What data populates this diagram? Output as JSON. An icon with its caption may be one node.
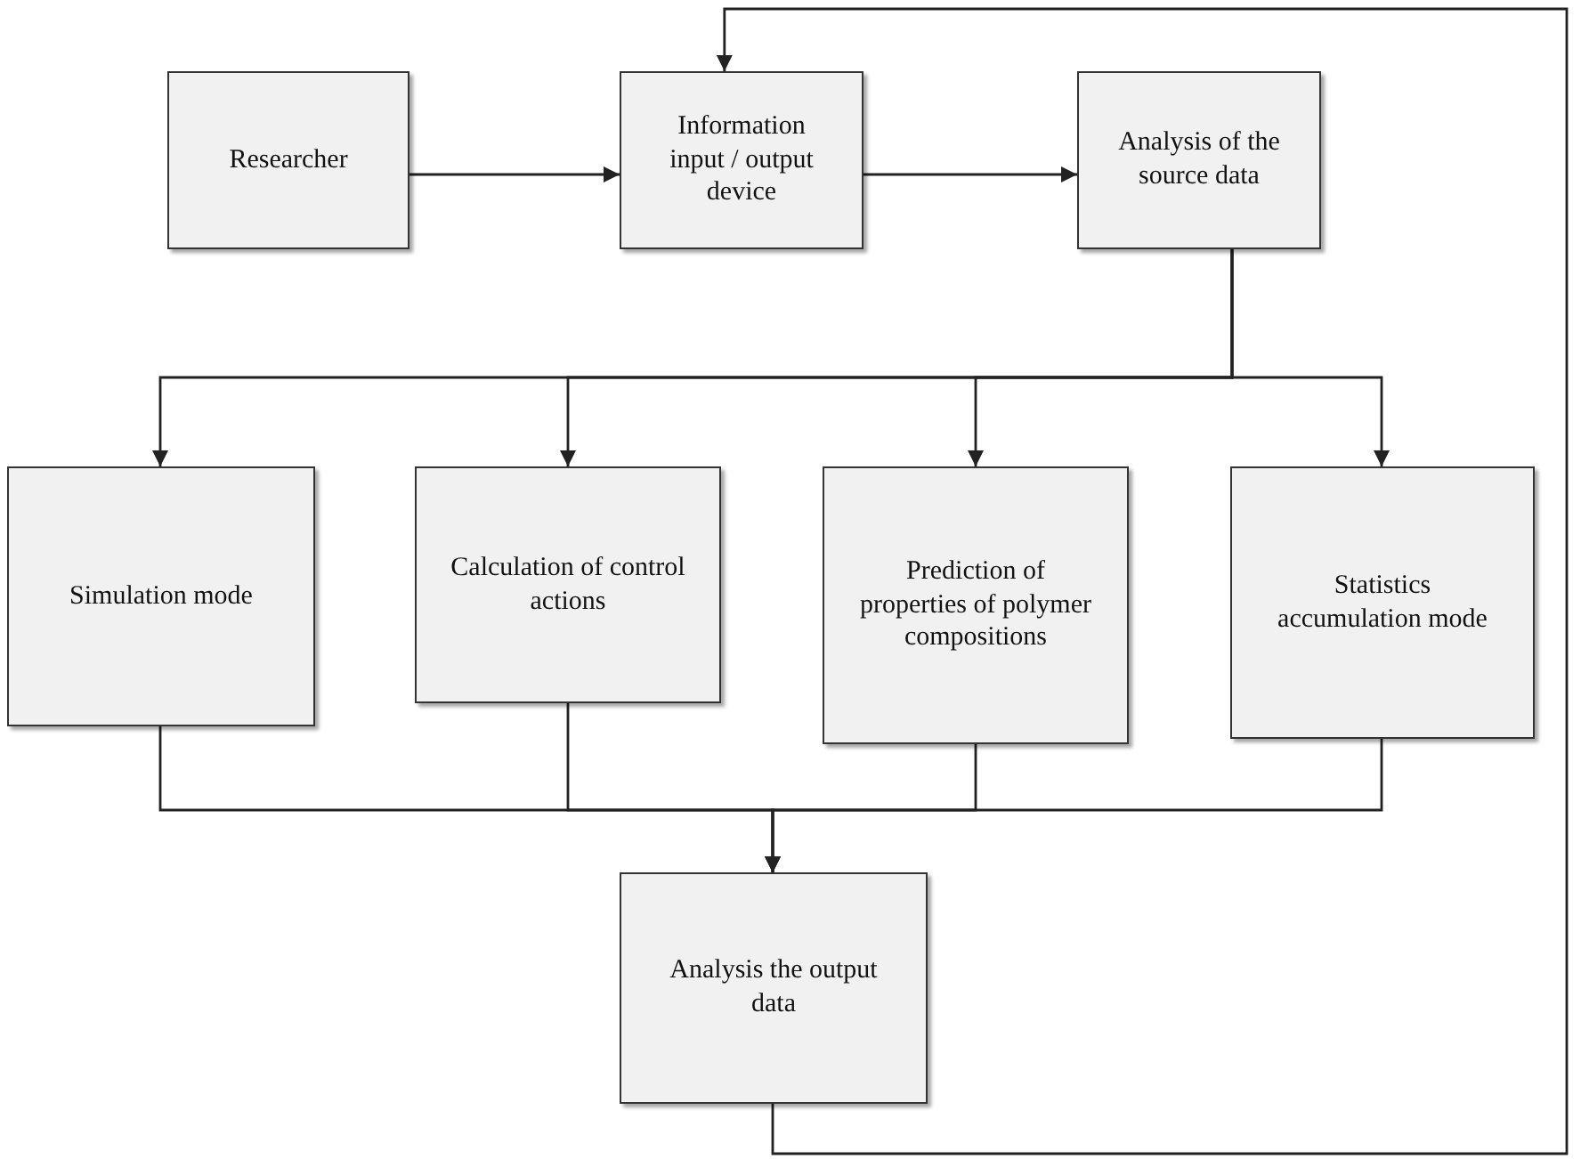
{
  "diagram": {
    "nodes": [
      {
        "text": [
          "Researcher"
        ]
      },
      {
        "text": [
          "Information input / output device"
        ]
      },
      {
        "text": [
          "Analysis of the source data"
        ]
      },
      {
        "text": [
          "Simulation mode"
        ]
      },
      {
        "text": [
          "Calculation of control actions"
        ]
      },
      {
        "text": [
          "Prediction of properties of polymer compositions"
        ]
      },
      {
        "text": [
          "Statistics accumulation mode"
        ]
      },
      {
        "text": [
          "Analysis the output data"
        ]
      }
    ],
    "edges": [
      {
        "from": 0,
        "to": 1,
        "arrow": "to"
      },
      {
        "from": 1,
        "to": 2,
        "arrow": "to"
      },
      {
        "from": 2,
        "to": 3,
        "arrow": "to"
      },
      {
        "from": 2,
        "to": 4,
        "arrow": "to"
      },
      {
        "from": 2,
        "to": 5,
        "arrow": "to"
      },
      {
        "from": 2,
        "to": 6,
        "arrow": "to"
      },
      {
        "from": 3,
        "to": 7,
        "arrow": "to"
      },
      {
        "from": 4,
        "to": 7,
        "arrow": "to"
      },
      {
        "from": 5,
        "to": 7,
        "arrow": "to"
      },
      {
        "from": 6,
        "to": 7,
        "arrow": "to"
      },
      {
        "from": 7,
        "to": 1,
        "arrow": "to"
      }
    ]
  }
}
